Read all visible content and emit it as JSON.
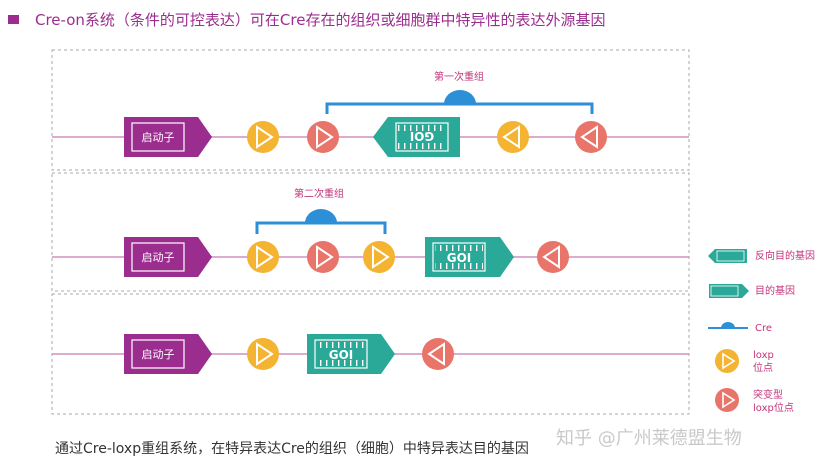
{
  "title": "Cre-on系统（条件的可控表达）可在Cre存在的组织或细胞群中特异性的表达外源基因",
  "caption": "通过Cre-loxp重组系统，在特异表达Cre的组织（细胞）中特异表达目的基因",
  "watermark": "知乎 @广州莱德盟生物",
  "rows": [
    {
      "recombination_label": "第一次重组",
      "promoter_label": "启动子",
      "gene_label": "GOI"
    },
    {
      "recombination_label": "第二次重组",
      "promoter_label": "启动子",
      "gene_label": "GOI"
    },
    {
      "promoter_label": "启动子",
      "gene_label": "GOI"
    }
  ],
  "legend": {
    "reverse_gene": "反向目的基因",
    "target_gene": "目的基因",
    "cre": "Cre",
    "loxp": [
      "loxp",
      "位点"
    ],
    "mutant_loxp": [
      "突变型",
      "loxp位点"
    ]
  },
  "colors": {
    "promoter": "#9b2d8e",
    "gene": "#2aa898",
    "loxp": "#f4b432",
    "mutant_loxp": "#e8746a",
    "cre": "#2d8fd6",
    "line": "#d48fc0",
    "title": "#9b2d8e"
  }
}
